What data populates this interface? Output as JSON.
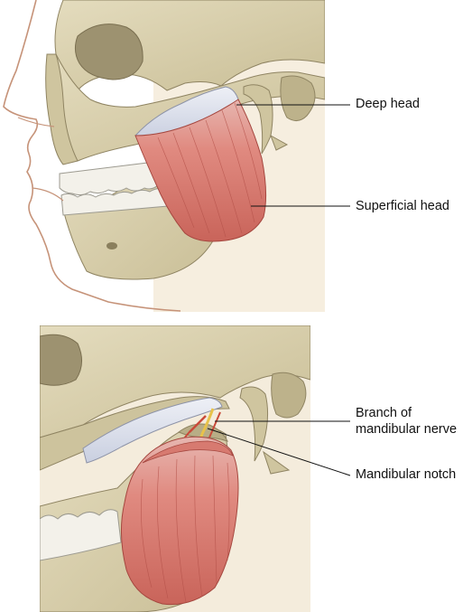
{
  "labels": {
    "deep_head": "Deep head",
    "superficial_head": "Superficial head",
    "branch_line1": "Branch of",
    "branch_line2": "mandibular nerve",
    "mandibular_notch": "Mandibular notch"
  },
  "colors": {
    "bone": "#d8cfae",
    "bone_shadow": "#b3a87f",
    "muscle": "#e0847a",
    "muscle_dark": "#c65f56",
    "tendon": "#d9dde9",
    "teeth": "#f3f1ea",
    "skin_line": "#c69379",
    "nerve": "#e8c24a",
    "vessel": "#c94a3a",
    "panel_bg": "#f4ecdc"
  }
}
